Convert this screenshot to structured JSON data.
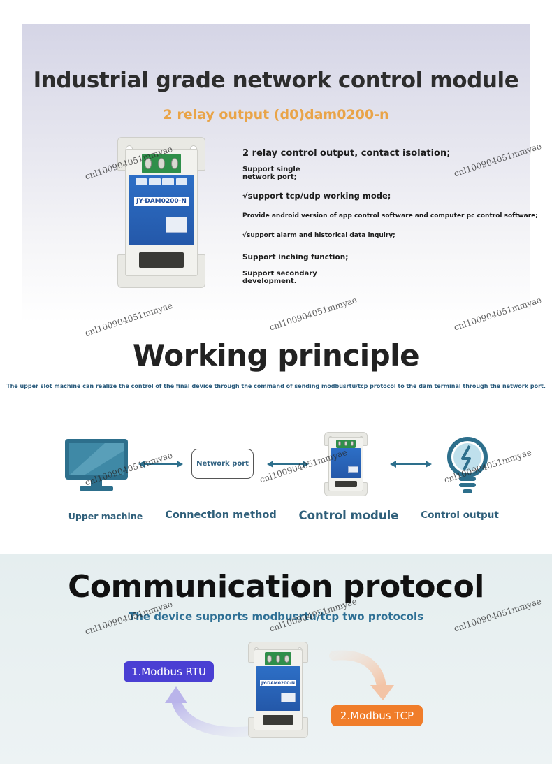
{
  "section1": {
    "title": "Industrial grade network control module",
    "subtitle": "2 relay output (d0)dam0200-n",
    "device_label": "JY-DAM0200-N",
    "features": [
      "2 relay control output, contact isolation;",
      "Support single network port;",
      "√support tcp/udp working mode;",
      "Provide android version of app control software and computer pc control software;",
      "√support alarm and historical data inquiry;",
      "Support inching function;",
      "Support secondary development."
    ]
  },
  "section2": {
    "title": "Working principle",
    "description": "The upper slot machine can realize the control of the final device through the command of sending modbusrtu/tcp protocol to the dam terminal through the network port.",
    "network_port_box": "Network port",
    "labels": {
      "upper_machine": "Upper machine",
      "connection_method": "Connection method",
      "control_module": "Control module",
      "control_output": "Control output"
    },
    "icons": [
      "monitor-icon",
      "bulb-icon",
      "double-arrow-icon"
    ]
  },
  "section3": {
    "title": "Communication protocol",
    "subtitle": "The device supports modbusrtu/tcp two protocols",
    "protocol_rtu": "1.Modbus RTU",
    "protocol_tcp": "2.Modbus TCP"
  },
  "watermark": "cnl100904051mmyae",
  "colors": {
    "accent_orange": "#e9a448",
    "icon_teal": "#2d6f8c",
    "rtu_purple": "#4a3fd3",
    "tcp_orange": "#f07d2a",
    "device_blue": "#2d6fc6",
    "terminal_green": "#2f8f4a"
  }
}
